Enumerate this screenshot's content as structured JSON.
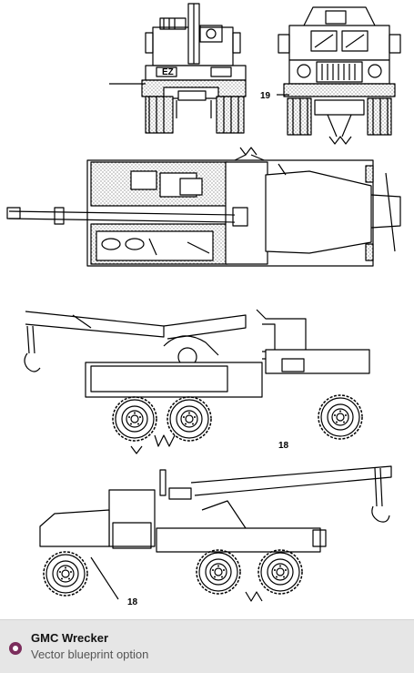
{
  "callouts": {
    "front_view_number": "19",
    "side_view_number": "18",
    "rear_view_number": "18"
  },
  "footer": {
    "title": "GMC Wrecker",
    "subtitle": "Vector blueprint option",
    "radio_color": "#7b2d5c",
    "background_color": "#e6e6e6"
  }
}
